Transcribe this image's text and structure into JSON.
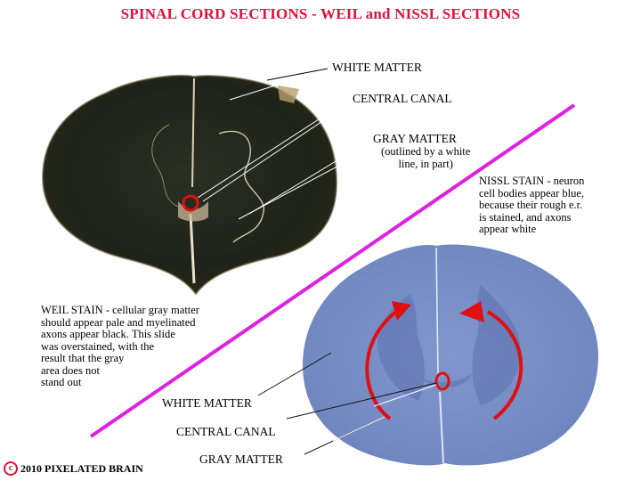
{
  "title": "SPINAL CORD SECTIONS - WEIL and NISSL SECTIONS",
  "weil_labels": {
    "white_matter": "WHITE MATTER",
    "central_canal": "CENTRAL CANAL",
    "gray_matter": "GRAY MATTER",
    "gray_matter_note": "(outlined by a white\nline, in part)"
  },
  "nissl_note": "NISSL STAIN - neuron\ncell bodies appear blue,\nbecause their rough e.r.\nis stained, and axons\nappear white",
  "weil_note": "WEIL STAIN - cellular gray matter\nshould appear pale and myelinated\naxons appear black.  This slide\nwas overstained, with the\nresult that the gray\narea does not\nstand out",
  "nissl_labels": {
    "white_matter": "WHITE MATTER",
    "central_canal": "CENTRAL CANAL",
    "gray_matter": "GRAY MATTER"
  },
  "copyright": "2010  PIXELATED BRAIN",
  "copyright_symbol": "c",
  "colors": {
    "title": "#e0103a",
    "divider": "#e020e0",
    "highlight": "#e01010",
    "weil_tissue": "#1f2318",
    "nissl_tissue": "#7a90c6"
  }
}
